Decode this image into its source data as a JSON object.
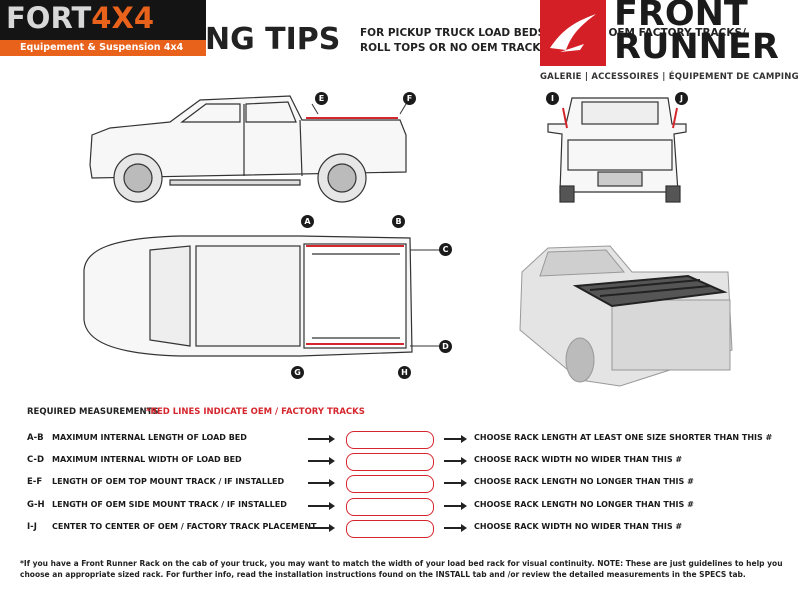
{
  "header": {
    "fort_logo": {
      "brand_main": "FORT",
      "brand_accent": "4X4",
      "tagline": "Equipement & Suspension 4x4"
    },
    "heading": "NG TIPS",
    "subheading_line1": "FOR PICKUP TRUCK LOAD BEDS F",
    "subheading_line1b": "H OEM FACTORY TRACKS/",
    "subheading_line2": "ROLL TOPS OR NO OEM TRACKS",
    "front_runner": {
      "line1": "FRONT",
      "line2": "RUNNER",
      "strap": "GALERIE | ACCESSOIRES | ÉQUIPEMENT DE CAMPING"
    }
  },
  "markers": {
    "A": "A",
    "B": "B",
    "C": "C",
    "D": "D",
    "E": "E",
    "F": "F",
    "G": "G",
    "H": "H",
    "I": "I",
    "J": "J"
  },
  "measurements": {
    "title": "REQUIRED MEASUREMENTS",
    "note": "*RED LINES INDICATE OEM / FACTORY TRACKS",
    "rows": [
      {
        "code": "A-B",
        "desc": "MAXIMUM  INTERNAL LENGTH OF LOAD BED",
        "value": "",
        "result": "CHOOSE RACK LENGTH AT LEAST ONE SIZE SHORTER THAN THIS #"
      },
      {
        "code": "C-D",
        "desc": "MAXIMUM INTERNAL WIDTH OF LOAD BED",
        "value": "",
        "result": "CHOOSE RACK WIDTH NO WIDER THAN THIS #"
      },
      {
        "code": "E-F",
        "desc": "LENGTH OF OEM TOP MOUNT TRACK / IF INSTALLED",
        "value": "",
        "result": "CHOOSE RACK LENGTH NO LONGER THAN THIS #"
      },
      {
        "code": "G-H",
        "desc": "LENGTH OF OEM SIDE MOUNT TRACK / IF INSTALLED",
        "value": "",
        "result": "CHOOSE RACK LENGTH NO LONGER THAN THIS #"
      },
      {
        "code": "I-J",
        "desc": "CENTER TO CENTER OF OEM / FACTORY TRACK PLACEMENT",
        "value": "",
        "result": "CHOOSE RACK WIDTH NO WIDER THAN THIS #"
      }
    ]
  },
  "footnote": "*If you have a Front Runner Rack on the cab of your truck, you may want to match the width of your load bed rack for visual continuity. NOTE: These are just guidelines to help you choose an appropriate sized rack. For further info, read the installation instructions found on the INSTALL tab and /or review the detailed measurements in the SPECS tab.",
  "colors": {
    "accent_orange": "#e8621c",
    "track_red": "#d6262d",
    "fr_red": "#d51f26",
    "ink": "#1b1b1b"
  }
}
